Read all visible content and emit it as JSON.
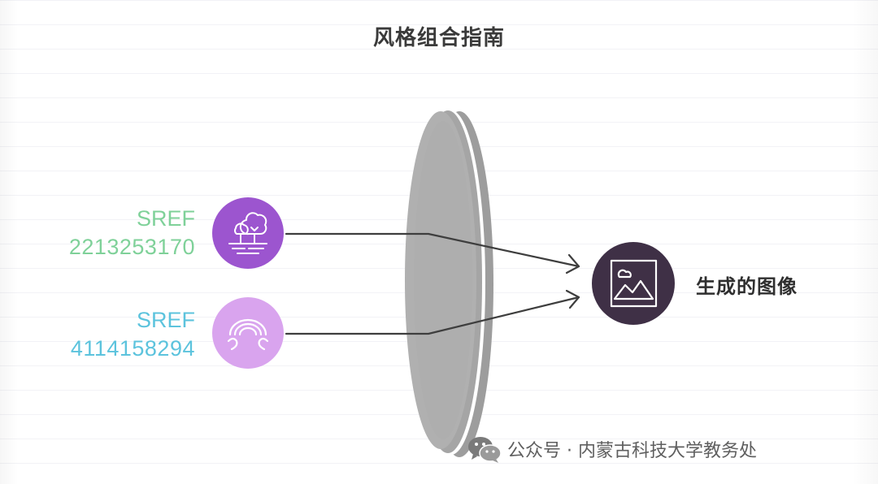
{
  "title": "风格组合指南",
  "inputs": [
    {
      "label": "SREF",
      "code": "2213253170",
      "color": "#7fd199",
      "circle_color": "#9c55cf",
      "icon": "trees-landscape-icon"
    },
    {
      "label": "SREF",
      "code": "4114158294",
      "color": "#5cc3dd",
      "circle_color": "#d9a4ee",
      "icon": "rainbow-arch-icon"
    }
  ],
  "lens": {
    "color": "#a3a3a3",
    "icon": "lens-combiner"
  },
  "output": {
    "label": "生成的图像",
    "circle_color": "#3f3046",
    "icon": "image-picture-icon"
  },
  "watermark": {
    "text": "公众号 · 内蒙古科技大学教务处",
    "icon": "wechat-logo-icon"
  }
}
